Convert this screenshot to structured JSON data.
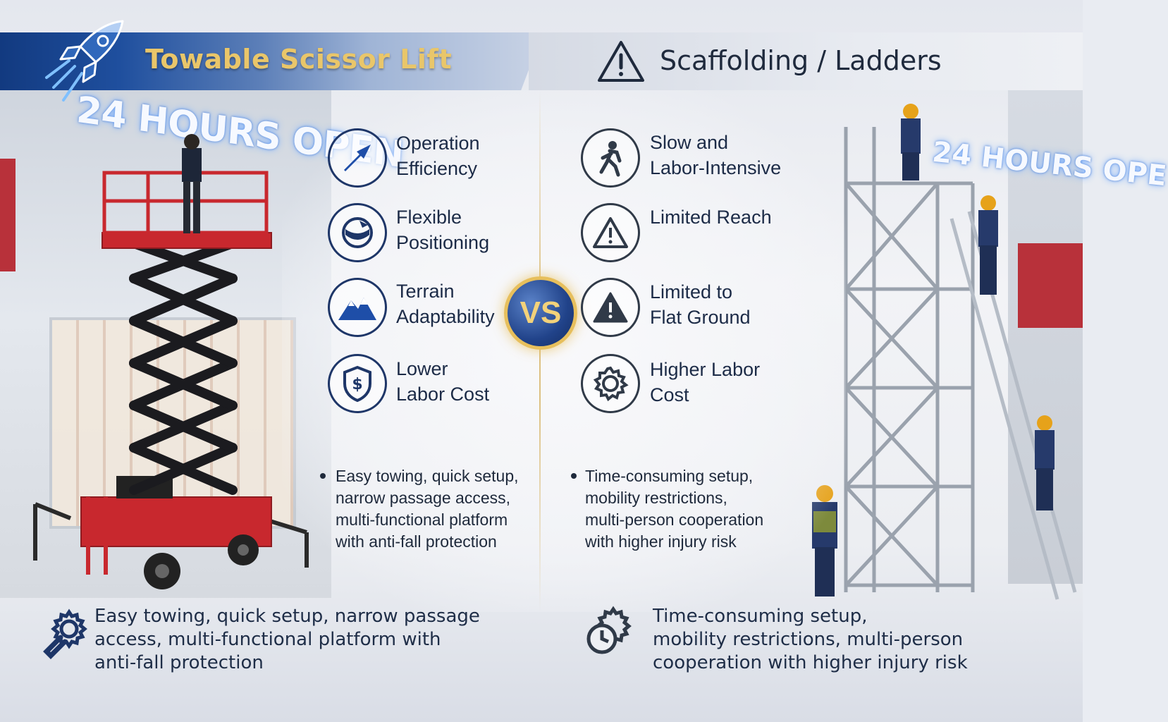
{
  "header": {
    "left_title": "Towable Scissor Lift",
    "right_title": "Scaffolding / Ladders"
  },
  "scene": {
    "left_sign": "24 HOURS OPEN",
    "right_sign": "24 HOURS OPE"
  },
  "vs_label": "VS",
  "left_features": [
    {
      "icon": "arrow-up-right-icon",
      "line1": "Operation",
      "line2": "Efficiency"
    },
    {
      "icon": "positioning-icon",
      "line1": "Flexible",
      "line2": "Positioning"
    },
    {
      "icon": "mountain-icon",
      "line1": "Terrain",
      "line2": "Adaptability"
    },
    {
      "icon": "shield-dollar-icon",
      "line1": "Lower",
      "line2": "Labor Cost"
    }
  ],
  "right_features": [
    {
      "icon": "walking-person-icon",
      "line1": "Slow and",
      "line2": "Labor-Intensive"
    },
    {
      "icon": "warning-icon",
      "line1": "Limited Reach",
      "line2": ""
    },
    {
      "icon": "warning-solid-icon",
      "line1": "Limited to",
      "line2": "Flat Ground"
    },
    {
      "icon": "gear-icon",
      "line1": "Higher Labor",
      "line2": "Cost"
    }
  ],
  "left_bullet": {
    "lines": [
      "Easy towing, quick setup,",
      "narrow passage access,",
      "multi-functional platform",
      "with anti-fall protection"
    ]
  },
  "right_bullet": {
    "lines": [
      "Time-consuming setup,",
      "mobility restrictions,",
      "multi-person cooperation",
      "with higher injury risk"
    ]
  },
  "bottom_left": {
    "icon": "gear-wrench-icon",
    "lines": [
      "Easy towing, quick setup, narrow passage",
      "access, multi-functional platform with",
      "anti-fall protection"
    ]
  },
  "bottom_right": {
    "icon": "gear-clock-icon",
    "lines": [
      "Time-consuming setup,",
      "mobility restrictions, multi-person",
      "cooperation with higher injury risk"
    ]
  },
  "colors": {
    "navy": "#1e3668",
    "gold": "#e9c66a",
    "lift_red": "#c8282e"
  }
}
